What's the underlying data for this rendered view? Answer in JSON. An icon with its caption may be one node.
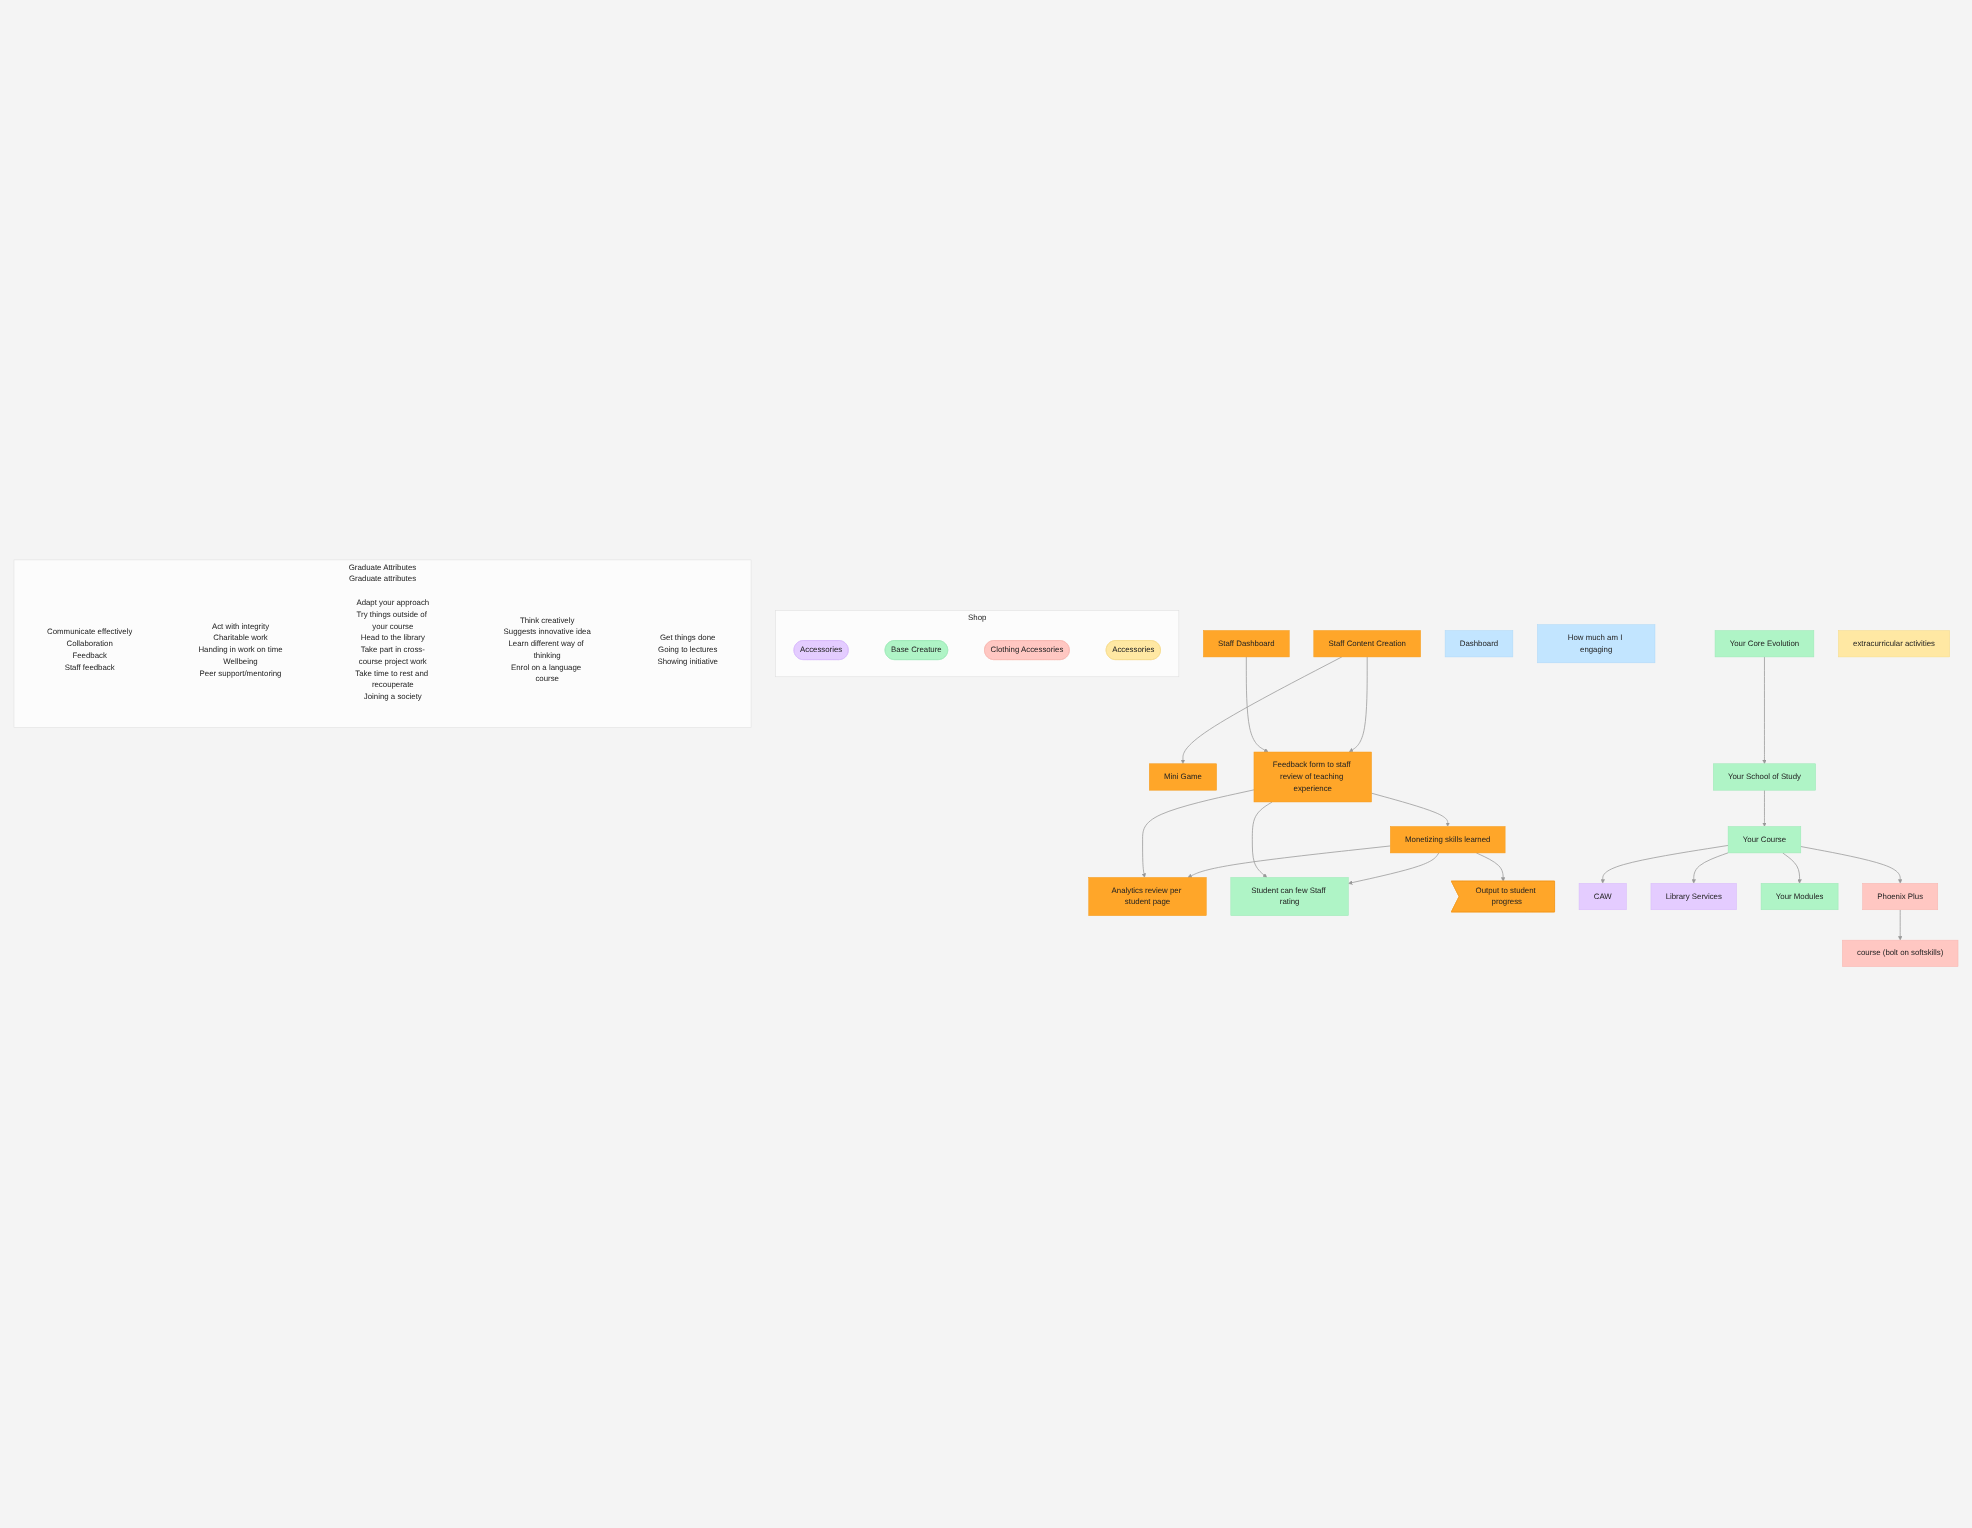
{
  "diagram": {
    "nodes": [
      {
        "text": [
          "Staff Dashboard"
        ]
      },
      {
        "text": [
          "Staff Content Creation"
        ]
      },
      {
        "text": [
          "Mini Game"
        ]
      },
      {
        "text": [
          "Feedback form to staff review of teaching experience"
        ]
      },
      {
        "text": [
          "Analytics review per student page"
        ]
      },
      {
        "text": [
          "Student can few Staff rating"
        ]
      },
      {
        "text": [
          "Monetizing skills learned"
        ]
      },
      {
        "text": [
          "Output to student progress"
        ]
      },
      {
        "text": [
          "Dashboard"
        ]
      },
      {
        "text": [
          "How much am I engaging"
        ]
      },
      {
        "text": [
          "Your Core Evolution"
        ]
      },
      {
        "text": [
          "Your School of Study"
        ]
      },
      {
        "text": [
          "Your Course"
        ]
      },
      {
        "text": [
          "CAW"
        ]
      },
      {
        "text": [
          "Library Services"
        ]
      },
      {
        "text": [
          "Your Modules"
        ]
      },
      {
        "text": [
          "Phoenix Plus"
        ]
      },
      {
        "text": [
          "course (bolt on softskills)"
        ]
      },
      {
        "text": [
          "extracurricular activities"
        ]
      },
      {
        "text": [
          "Shop"
        ]
      },
      {
        "text": [
          "Accessories"
        ],
        "in": 19
      },
      {
        "text": [
          "Base Creature"
        ],
        "in": 19
      },
      {
        "text": [
          "Clothing Accessories"
        ],
        "in": 19
      },
      {
        "text": [
          "Accessories"
        ],
        "in": 19
      },
      {
        "text": [
          "Graduate Attributes",
          "Graduate attributes"
        ]
      },
      {
        "text": [
          "Communicate effectively",
          "Collaboration",
          "Feedback",
          "Staff feedback"
        ],
        "in": 24
      },
      {
        "text": [
          "Act with integrity",
          "Charitable work",
          "Handing in work on time",
          "Wellbeing",
          "Peer support/mentoring"
        ],
        "in": 24
      },
      {
        "text": [
          "Adapt your approach",
          "Try things outside of your course",
          "Head to the library",
          "Take part in cross-course project work",
          "Take time to rest and recouperate",
          "Joining a society"
        ],
        "in": 24
      },
      {
        "text": [
          "Think creatively",
          "Suggests innovative idea",
          "Learn different way of thinking",
          "Enrol on a language course"
        ],
        "in": 24
      },
      {
        "text": [
          "Get things done",
          "Going to lectures",
          "Showing initiative"
        ],
        "in": 24
      }
    ],
    "edges": [
      {
        "from": 0,
        "to": 3,
        "arrow": "to"
      },
      {
        "from": 1,
        "to": 2,
        "arrow": "to"
      },
      {
        "from": 1,
        "to": 3,
        "arrow": "to"
      },
      {
        "from": 3,
        "to": 4,
        "arrow": "to"
      },
      {
        "from": 3,
        "to": 5,
        "arrow": "to"
      },
      {
        "from": 3,
        "to": 6,
        "arrow": "to"
      },
      {
        "from": 6,
        "to": 4,
        "arrow": "to"
      },
      {
        "from": 6,
        "to": 5,
        "arrow": "to"
      },
      {
        "from": 6,
        "to": 7,
        "arrow": "to"
      },
      {
        "from": 10,
        "to": 11,
        "arrow": "to"
      },
      {
        "from": 11,
        "to": 12,
        "arrow": "to"
      },
      {
        "from": 12,
        "to": 13,
        "arrow": "to"
      },
      {
        "from": 12,
        "to": 14,
        "arrow": "to"
      },
      {
        "from": 12,
        "to": 15,
        "arrow": "to"
      },
      {
        "from": 12,
        "to": 16,
        "arrow": "to"
      },
      {
        "from": 16,
        "to": 17,
        "arrow": "to"
      }
    ]
  }
}
